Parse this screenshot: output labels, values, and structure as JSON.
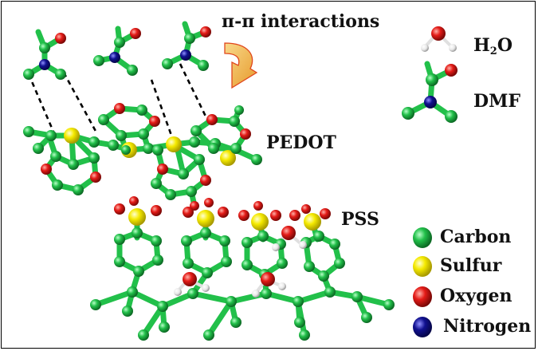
{
  "labels": {
    "pi_interactions": "π-π interactions",
    "pedot": "PEDOT",
    "pss": "PSS",
    "water_main": "H",
    "water_sub": "2",
    "water_end": "O",
    "dmf": "DMF"
  },
  "legend": [
    {
      "name": "Carbon",
      "color": "#22c04a"
    },
    {
      "name": "Sulfur",
      "color": "#f5ea00"
    },
    {
      "name": "Oxygen",
      "color": "#e41b17"
    },
    {
      "name": "Nitrogen",
      "color": "#10108f"
    }
  ],
  "colors": {
    "carbon": "#22c04a",
    "sulfur": "#f5ea00",
    "oxygen": "#e41b17",
    "nitrogen": "#10108f",
    "hydrogen": "#e8e8e8",
    "bond": "#22c04a",
    "arrow": "#f2b43a",
    "arrow_edge": "#e0461c"
  }
}
